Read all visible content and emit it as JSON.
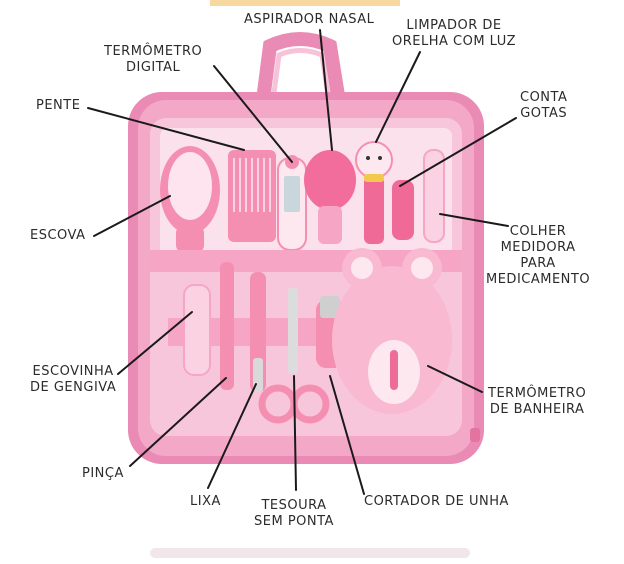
{
  "labels": {
    "aspirador": "ASPIRADOR NASAL",
    "limpador_1": "LIMPADOR DE",
    "limpador_2": "ORELHA COM LUZ",
    "termometro_dig_1": "TERMÔMETRO",
    "termometro_dig_2": "DIGITAL",
    "conta_1": "CONTA",
    "conta_2": "GOTAS",
    "pente": "PENTE",
    "escova": "ESCOVA",
    "colher_1": "COLHER",
    "colher_2": "MEDIDORA",
    "colher_3": "PARA",
    "colher_4": "MEDICAMENTO",
    "escovinha_1": "ESCOVINHA",
    "escovinha_2": "DE GENGIVA",
    "termometro_ban_1": "TERMÔMETRO",
    "termometro_ban_2": "DE BANHEIRA",
    "pinca": "PINÇA",
    "lixa": "LIXA",
    "tesoura_1": "TESOURA",
    "tesoura_2": "SEM PONTA",
    "cortador": "CORTADOR DE UNHA"
  },
  "colors": {
    "bag": "#f0a0c4",
    "bag_dark": "#e27aa8",
    "bag_light": "#f8cfe0",
    "item": "#f48fb1",
    "item_light": "#fbd2e2",
    "line": "#1a1a1a"
  }
}
